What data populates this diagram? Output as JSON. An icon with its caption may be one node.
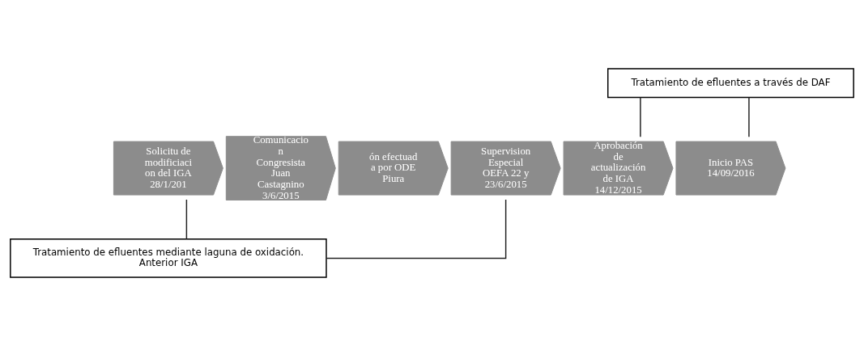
{
  "diagram": {
    "nodes": [
      {
        "text": [
          "Tratamiento de efluentes a través de DAF"
        ]
      },
      {
        "text": [
          "Solicitu de modificiaci on del IGA 28/1/201"
        ]
      },
      {
        "text": [
          "Comunicacio n Congresista Juan Castagnino 3/6/2015"
        ]
      },
      {
        "text": [
          "ón efectuad a por ODE Piura"
        ]
      },
      {
        "text": [
          "Supervision Especial OEFA 22 y 23/6/2015"
        ]
      },
      {
        "text": [
          "Aprobación de actualización de IGA 14/12/2015"
        ]
      },
      {
        "text": [
          "Inicio PAS 14/09/2016"
        ]
      },
      {
        "text": [
          "Tratamiento de efluentes mediante laguna de oxidación.",
          "Anterior IGA"
        ]
      }
    ],
    "edges": [
      {
        "from": 5,
        "to": 0,
        "arrow": "none"
      },
      {
        "from": 6,
        "to": 0,
        "arrow": "none"
      },
      {
        "from": 1,
        "to": 7,
        "arrow": "none"
      },
      {
        "from": 4,
        "to": 7,
        "arrow": "none"
      }
    ]
  }
}
